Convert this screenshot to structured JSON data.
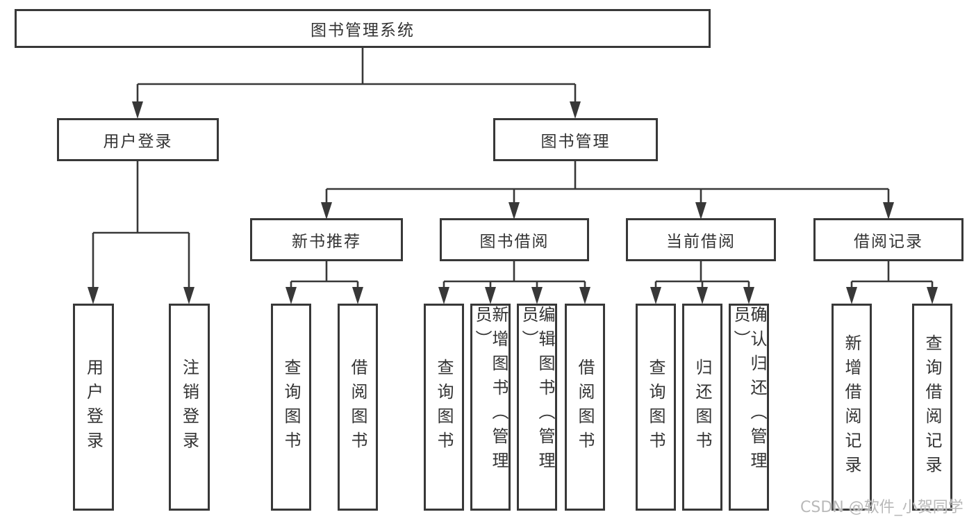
{
  "watermark": "CSDN @软件_小贺同学",
  "colors": {
    "line": "#383838",
    "border": "#383838",
    "text": "#333333",
    "background": "#ffffff",
    "watermark": "#b9b9b9"
  },
  "tree": {
    "root": {
      "label": "图书管理系统",
      "children": [
        {
          "label": "用户登录",
          "children": [
            {
              "label": "用户登录"
            },
            {
              "label": "注销登录"
            }
          ]
        },
        {
          "label": "图书管理",
          "children": [
            {
              "label": "新书推荐",
              "children": [
                {
                  "label": "查询图书"
                },
                {
                  "label": "借阅图书"
                }
              ]
            },
            {
              "label": "图书借阅",
              "children": [
                {
                  "label": "查询图书"
                },
                {
                  "label": "新增图书（管理员）"
                },
                {
                  "label": "编辑图书（管理员）"
                },
                {
                  "label": "借阅图书"
                }
              ]
            },
            {
              "label": "当前借阅",
              "children": [
                {
                  "label": "查询图书"
                },
                {
                  "label": "归还图书"
                },
                {
                  "label": "确认归还（管理员）"
                }
              ]
            },
            {
              "label": "借阅记录",
              "children": [
                {
                  "label": "新增借阅记录"
                },
                {
                  "label": "查询借阅记录"
                }
              ]
            }
          ]
        }
      ]
    }
  }
}
